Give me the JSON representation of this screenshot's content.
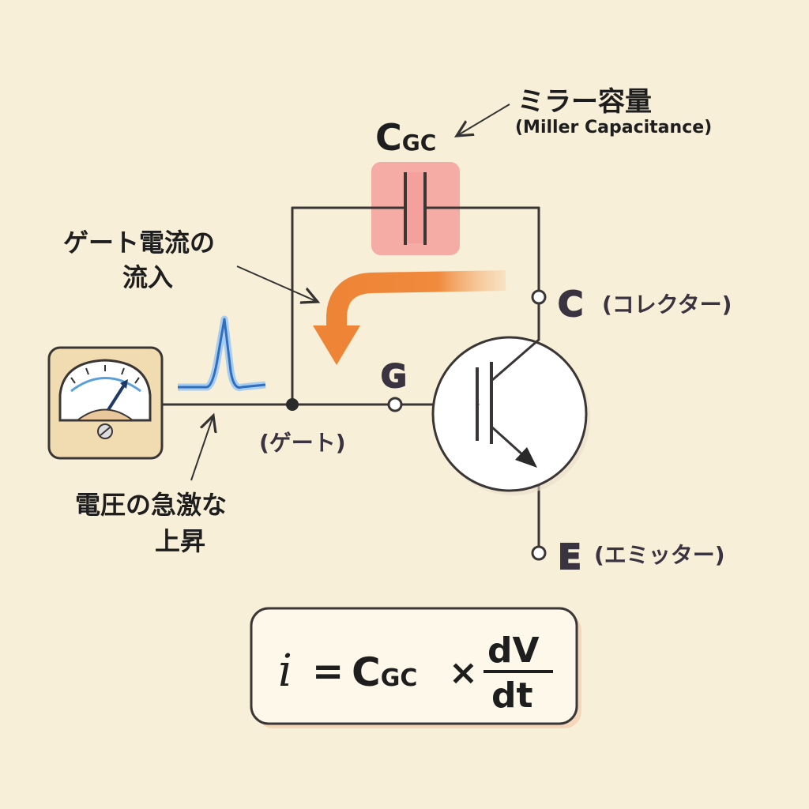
{
  "title": "Miller capacitance gate current diagram",
  "capacitor": {
    "symbol": "C",
    "subscript": "GC",
    "name_jp": "ミラー容量",
    "name_en": "(Miller Capacitance)"
  },
  "gate_current": {
    "line1": "ゲート電流の",
    "line2": "流入"
  },
  "voltage_rise": {
    "line1": "電圧の急激な",
    "line2": "上昇"
  },
  "terminals": {
    "collector": {
      "letter": "C",
      "name": "(コレクター)"
    },
    "gate": {
      "letter": "G",
      "name": "(ゲート)"
    },
    "emitter": {
      "letter": "E",
      "name": "(エミッター)"
    }
  },
  "formula": {
    "lhs": "i",
    "eq": "=",
    "c": "C",
    "sub": "GC",
    "times": "×",
    "num": "dV",
    "den": "dt"
  },
  "colors": {
    "background": "#f8efd8",
    "capacitor_highlight": "#f5a09c",
    "current_arrow": "#f08a3c",
    "spike": "#3f7fd0"
  }
}
